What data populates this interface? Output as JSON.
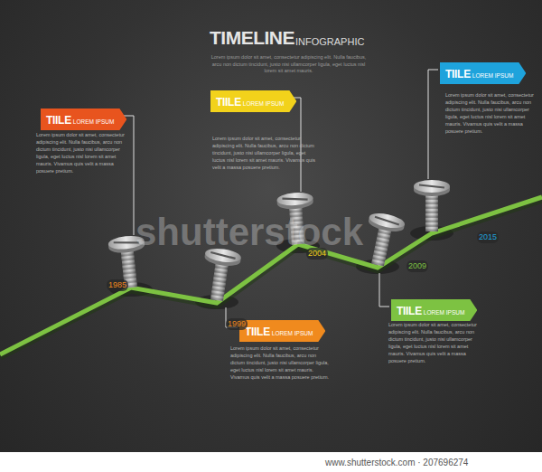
{
  "diagram": {
    "title": "TIMELINE",
    "nodes": [
      {
        "text": [
          "TIILE",
          "LOREM IPSUM",
          "Lorem ipsum dolor sit amet, consectetur adipiscing elit. Nulla faucibus, arcu non dictum tincidunt, justo nisi ullamcorper ligula, eget luctus nisl lorem sit amet mauris. Vivamus quis velit a massa posuere pretium."
        ]
      },
      {
        "text": [
          "TIILE",
          "LOREM IPSUM",
          "Lorem ipsum dolor sit amet, consectetur adipiscing elit. Nulla faucibus, arcu non dictum tincidunt, justo nisi ullamcorper ligula, eget luctus nisl lorem sit amet mauris. Vivamus quis velit a massa posuere pretium."
        ]
      },
      {
        "text": [
          "TIILE",
          "LOREM IPSUM",
          "Lorem ipsum dolor sit amet, consectetur adipiscing elit. Nulla faucibus, arcu non dictum tincidunt, justo nisi ullamcorper ligula, eget luctus nisl lorem sit amet mauris. Vivamus quis velit a massa posuere pretium."
        ]
      },
      {
        "text": [
          "TIILE",
          "LOREM IPSUM",
          "Lorem ipsum dolor sit amet, consectetur adipiscing elit. Nulla faucibus, arcu non dictum tincidunt, justo nisi ullamcorper ligula, eget luctus nisl lorem sit amet mauris. Vivamus quis velit a massa posuere pretium."
        ]
      },
      {
        "text": [
          "TIILE",
          "LOREM IPSUM",
          "Lorem ipsum dolor sit amet, consectetur adipiscing elit. Nulla faucibus, arcu non dictum tincidunt, justo nisi ullamcorper ligula, eget luctus nisl lorem sit amet mauris. Vivamus quis velit a massa posuere pretium."
        ]
      }
    ],
    "edges": [],
    "labels": [
      "INFOGRAPHIC",
      "Lorem ipsum dolor sit amet, consectetur adipiscing elit. Nulla faucibus, arcu non dictum tincidunt, justo nisi ullamcorper ligula, eget luctus nisl lorem sit amet mauris.",
      "1985",
      "1999",
      "2004",
      "2009",
      "2015",
      "shutterstock",
      "www.shutterstock.com · 207696274"
    ]
  }
}
